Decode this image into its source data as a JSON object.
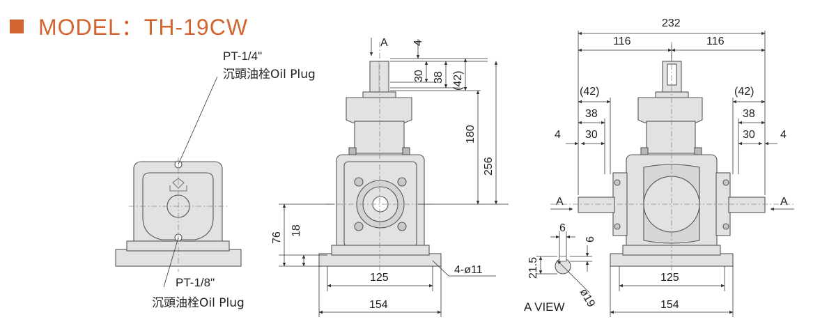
{
  "title": "MODEL：TH-19CW",
  "accent_color": "#d2642f",
  "body_color": "#e2e2e2",
  "labels": {
    "plug_top_pt": "PT-1/4\"",
    "plug_top_name": "沉頭油栓Oil Plug",
    "plug_bottom_pt": "PT-1/8\"",
    "plug_bottom_name": "沉頭油栓Oil Plug",
    "section_marker": "A",
    "a_view": "A VIEW",
    "bolt_holes": "4-ø11"
  },
  "front_dims": {
    "d4": "4",
    "d30": "30",
    "d38": "38",
    "d42": "(42)",
    "d180": "180",
    "d256": "256",
    "d76": "76",
    "d18": "18",
    "d125": "125",
    "d154": "154"
  },
  "side_dims": {
    "d232": "232",
    "d116_left": "116",
    "d116_right": "116",
    "d42_left": "(42)",
    "d38_left": "38",
    "d30_left": "30",
    "d4_left": "4",
    "d42_right": "(42)",
    "d38_right": "38",
    "d30_right": "30",
    "d4_right": "4",
    "d125": "125",
    "d154": "154"
  },
  "a_view_dims": {
    "d6_width": "6",
    "d6_depth": "6",
    "d21_5": "21.5",
    "dia19": "ø19"
  }
}
